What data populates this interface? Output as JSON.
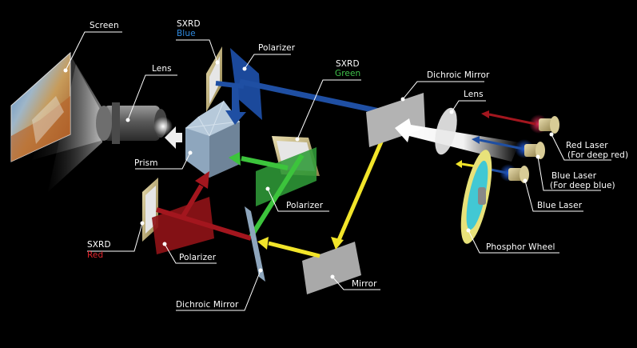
{
  "diagram": {
    "title": "Laser light source projector optical path",
    "background": "#000000",
    "colors": {
      "blue_beam": "#1f4fa3",
      "green_beam": "#3cc43c",
      "red_beam": "#a3161e",
      "yellow_beam": "#f2e52a",
      "white_beam": "#f4f4f4",
      "label_blue": "#2f8ae0",
      "label_green": "#3fc24a",
      "label_red": "#e0262e"
    },
    "labels": {
      "screen": "Screen",
      "lens_left": "Lens",
      "sxrd_blue_line1": "SXRD",
      "sxrd_blue_line2": "Blue",
      "polarizer_blue": "Polarizer",
      "sxrd_green_line1": "SXRD",
      "sxrd_green_line2": "Green",
      "dichroic_mirror_top": "Dichroic Mirror",
      "lens_right": "Lens",
      "red_laser_line1": "Red Laser",
      "red_laser_line2": "(For deep red)",
      "blue_laser_deep_line1": "Blue Laser",
      "blue_laser_deep_line2": "(For deep blue)",
      "blue_laser": "Blue Laser",
      "phosphor_wheel": "Phosphor Wheel",
      "prism": "Prism",
      "polarizer_green": "Polarizer",
      "sxrd_red_line1": "SXRD",
      "sxrd_red_line2": "Red",
      "polarizer_red": "Polarizer",
      "mirror": "Mirror",
      "dichroic_mirror_bottom": "Dichroic Mirror"
    }
  }
}
